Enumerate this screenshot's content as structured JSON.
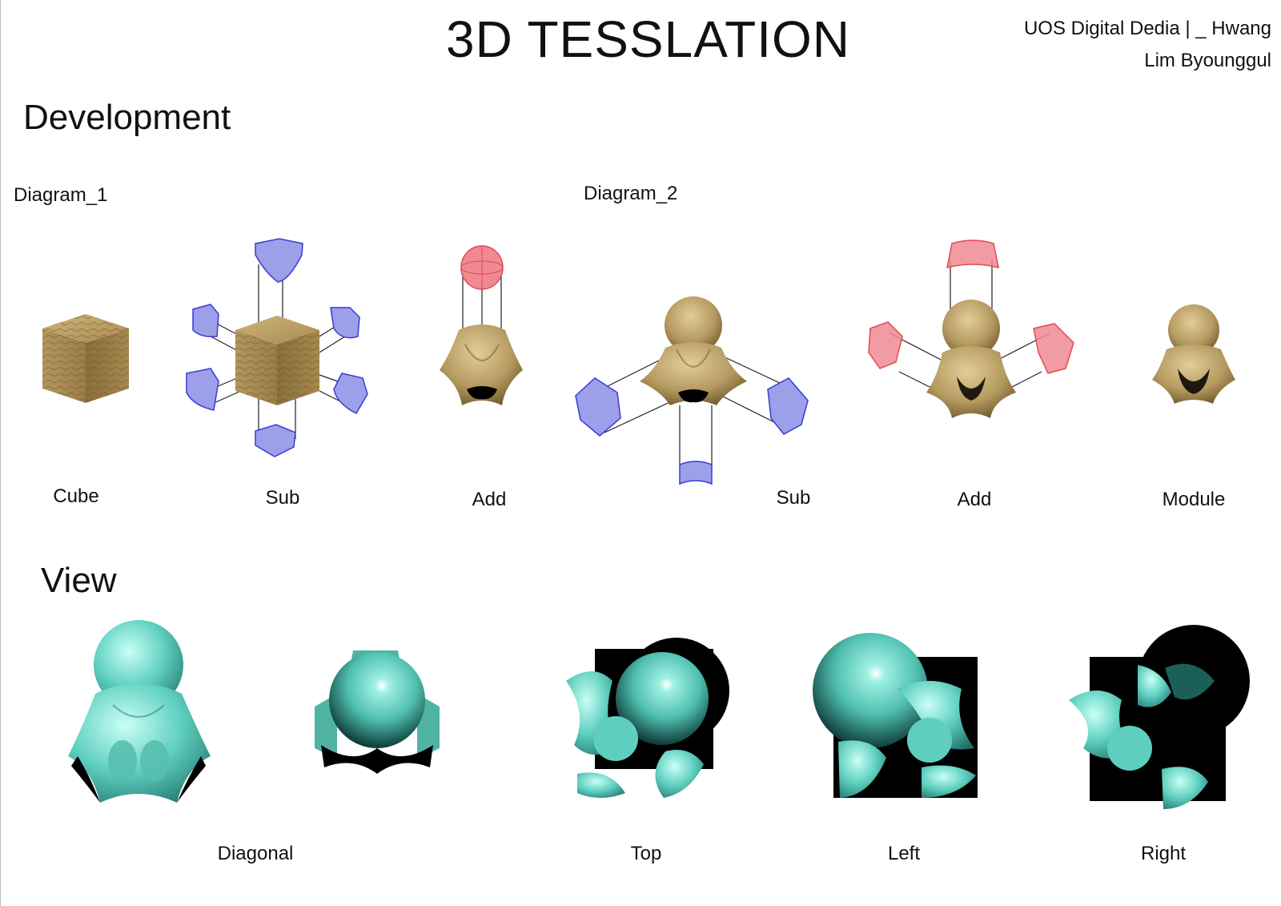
{
  "header": {
    "title": "3D TESSLATION",
    "author_line1": "UOS Digital Dedia |  _  Hwang",
    "author_line2": "Lim Byounggul"
  },
  "development": {
    "section_title": "Development",
    "diagram1_label": "Diagram_1",
    "diagram2_label": "Diagram_2",
    "captions": [
      "Cube",
      "Sub",
      "Add",
      "Sub",
      "Add",
      "Module"
    ]
  },
  "view": {
    "section_title": "View",
    "captions": [
      "Diagonal",
      "Top",
      "Left",
      "Right"
    ]
  },
  "colors": {
    "wood": "#b59a60",
    "wood_dark": "#7d6434",
    "sub_blue": "#3a3ad8",
    "sub_fill": "#9da0e8",
    "add_red": "#e04a55",
    "add_fill": "#f08a92",
    "teal": "#5ecfbf",
    "teal_dark": "#1f6f69",
    "shadow": "#000000"
  }
}
